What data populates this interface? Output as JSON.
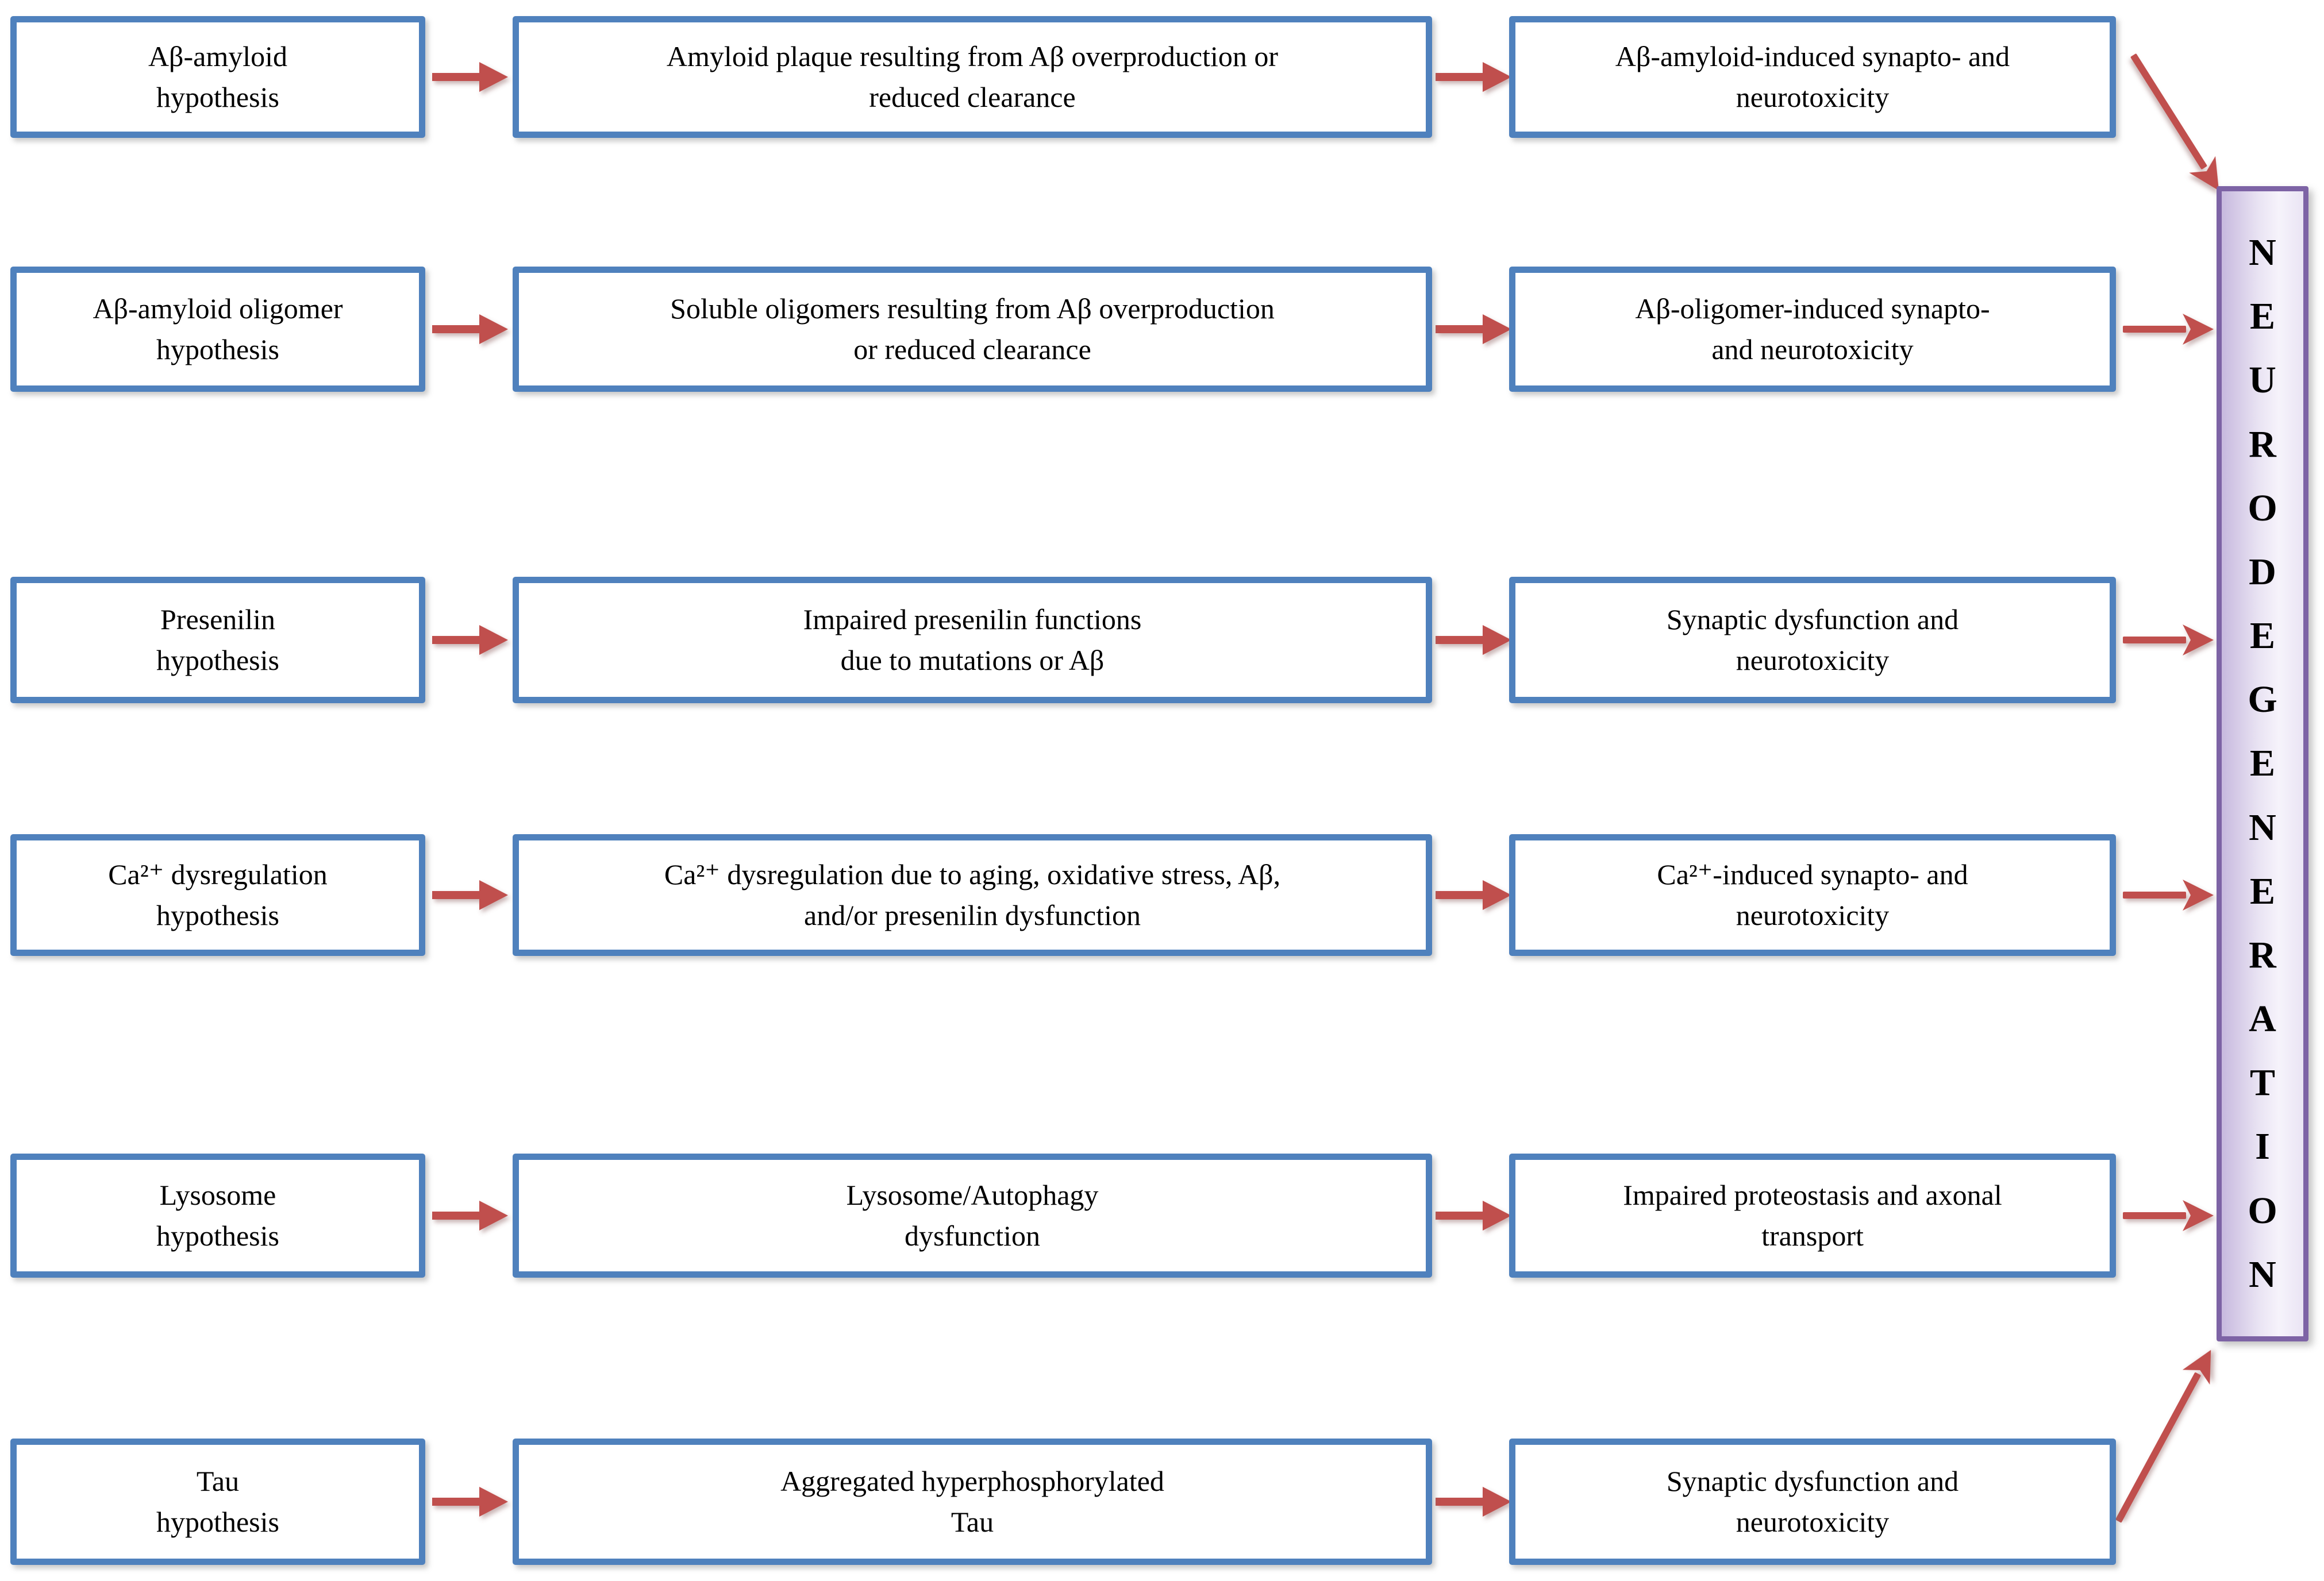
{
  "diagram": {
    "title_semantic": "Alzheimer disease hypotheses leading to neurodegeneration",
    "rows": [
      {
        "hypothesis": "Aβ-amyloid\nhypothesis",
        "mechanism": "Amyloid plaque resulting from Aβ overproduction or\nreduced clearance",
        "outcome": "Aβ-amyloid-induced synapto- and\nneurotoxicity"
      },
      {
        "hypothesis": "Aβ-amyloid oligomer\nhypothesis",
        "mechanism": "Soluble oligomers resulting from Aβ overproduction\nor reduced clearance",
        "outcome": "Aβ-oligomer-induced synapto-\nand neurotoxicity"
      },
      {
        "hypothesis": "Presenilin\nhypothesis",
        "mechanism": "Impaired presenilin functions\ndue to mutations or Aβ",
        "outcome": "Synaptic dysfunction and\nneurotoxicity"
      },
      {
        "hypothesis": "Ca²⁺ dysregulation\nhypothesis",
        "mechanism": "Ca²⁺ dysregulation due to aging, oxidative stress, Aβ,\nand/or presenilin dysfunction",
        "outcome": "Ca²⁺-induced synapto- and\nneurotoxicity"
      },
      {
        "hypothesis": "Lysosome\nhypothesis",
        "mechanism": "Lysosome/Autophagy\ndysfunction",
        "outcome": "Impaired proteostasis and axonal\ntransport"
      },
      {
        "hypothesis": "Tau\nhypothesis",
        "mechanism": "Aggregated hyperphosphorylated\nTau",
        "outcome": "Synaptic dysfunction and\nneurotoxicity"
      }
    ],
    "banner": {
      "label": "NEURODEGENERATION"
    },
    "colors": {
      "box_border": "#4f81bd",
      "box_fill": "#ffffff",
      "arrow": "#c0504d",
      "banner_border": "#7d63a5",
      "banner_fill_left": "#c7b9de",
      "banner_fill_right": "#f6f3fb",
      "text": "#000000"
    }
  }
}
